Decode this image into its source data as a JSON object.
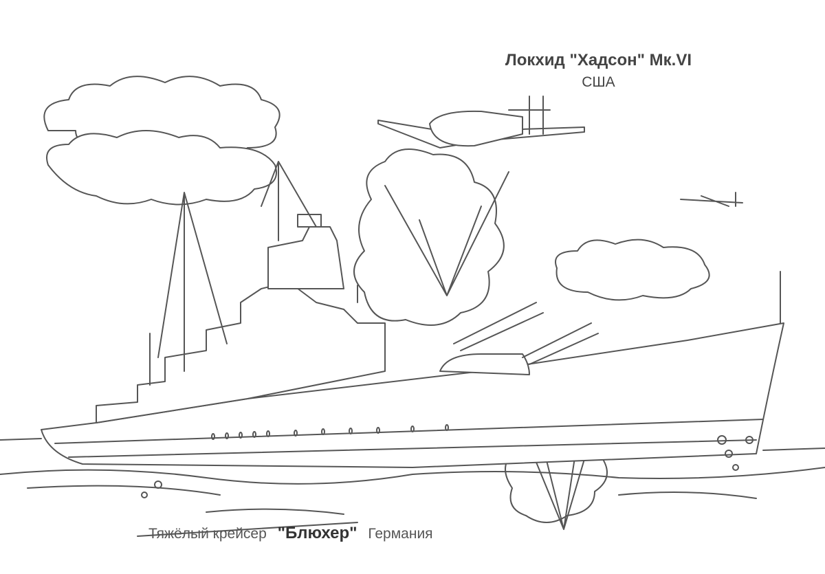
{
  "plane_caption": {
    "title": "Локхид \"Хадсон\" Мк.VI",
    "country": "США"
  },
  "ship_caption": {
    "type": "Тяжёлый крейсер",
    "name": "\"Блюхер\"",
    "country": "Германия"
  }
}
